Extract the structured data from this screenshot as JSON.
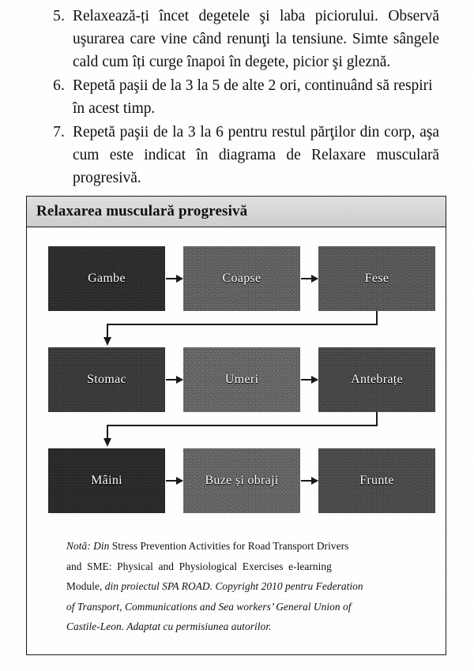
{
  "page": {
    "language": "ro",
    "steps": [
      {
        "number": "5.",
        "text": "Relaxează-ți încet degetele şi laba piciorului. Observă uşurarea care vine când renunţi la tensiune. Simte sângele cald cum îți curge înapoi în degete, picior şi gleznă."
      },
      {
        "number": "6.",
        "text": "Repetă paşii de la 3 la 5 de alte 2 ori, continuând să respiri în acest timp."
      },
      {
        "number": "7.",
        "text": "Repetă paşii de la 3 la 6 pentru restul părţilor din corp, aşa cum este indicat în diagrama de Relaxare musculară progresivă."
      }
    ]
  },
  "figure": {
    "title": "Relaxarea musculară progresivă",
    "diagram": {
      "type": "flowchart",
      "flow_order": [
        "Gambe",
        "Coapse",
        "Fese",
        "Stomac",
        "Umeri",
        "Antebrațe",
        "Mâini",
        "Buze și obraji",
        "Frunte"
      ],
      "rows": [
        {
          "nodes": [
            {
              "label": "Gambe",
              "tone": "#2a2a2a"
            },
            {
              "label": "Coapse",
              "tone": "#6a6a6a"
            },
            {
              "label": "Fese",
              "tone": "#5e5e5e"
            }
          ]
        },
        {
          "nodes": [
            {
              "label": "Stomac",
              "tone": "#3a3a3a"
            },
            {
              "label": "Umeri",
              "tone": "#707070"
            },
            {
              "label": "Antebrațe",
              "tone": "#4a4a4a"
            }
          ]
        },
        {
          "nodes": [
            {
              "label": "Mâini",
              "tone": "#262626"
            },
            {
              "label": "Buze și obraji",
              "tone": "#6e6e6e"
            },
            {
              "label": "Frunte",
              "tone": "#4e4e4e"
            }
          ]
        }
      ],
      "connector_style": "arrow",
      "wrap_connectors": 2
    },
    "note": {
      "lines": [
        [
          {
            "text": "Notă: Din ",
            "style": "italic"
          },
          {
            "text": "Stress Prevention Activities for Road Transport Drivers",
            "style": "roman"
          }
        ],
        [
          {
            "text": "and SME: Physical and Physiological Exercises e-learning",
            "style": "roman"
          }
        ],
        [
          {
            "text": "Module, ",
            "style": "roman"
          },
          {
            "text": "din proiectul SPA ROAD. Copyright 2010 pentru Federation",
            "style": "italic"
          }
        ],
        [
          {
            "text": "of Transport, Communications and Sea workers’ General Union of",
            "style": "italic"
          }
        ],
        [
          {
            "text": "Castile-Leon. Adaptat cu permisiunea autorilor.",
            "style": "italic"
          }
        ]
      ]
    }
  },
  "colors": {
    "ink": "#111111",
    "rule": "#1a1a1a",
    "title_band": "#dcdcdc",
    "paper": "#ffffff"
  }
}
